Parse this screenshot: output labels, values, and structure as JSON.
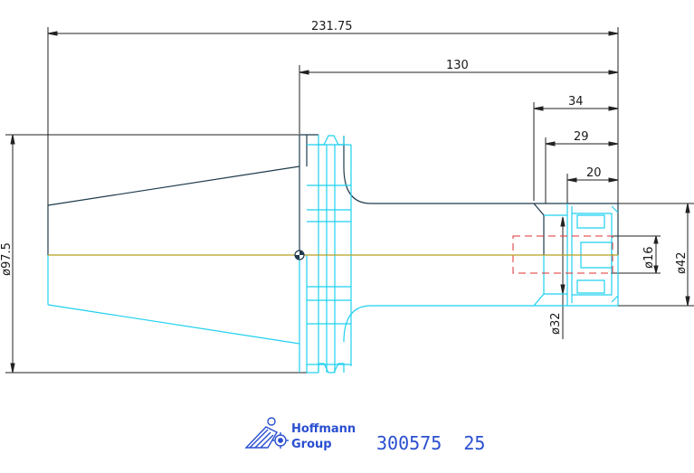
{
  "drawing": {
    "dimensions": {
      "overall_length": "231.75",
      "length_130": "130",
      "length_34": "34",
      "length_29": "29",
      "length_20": "20",
      "dia_97_5": "ø97.5",
      "dia_42": "ø42",
      "dia_16": "ø16",
      "dia_32": "ø32"
    },
    "logo": {
      "line1": "Hoffmann",
      "line2": "Group"
    },
    "part_number": "300575  25",
    "colors": {
      "outline_cyan": "#1fd0f0",
      "outline_dark": "#1f3b4d",
      "dim_line": "#222222",
      "hidden_red": "#e03030",
      "center_line": "#b8a020",
      "logo_blue": "#2a4fd0"
    }
  }
}
